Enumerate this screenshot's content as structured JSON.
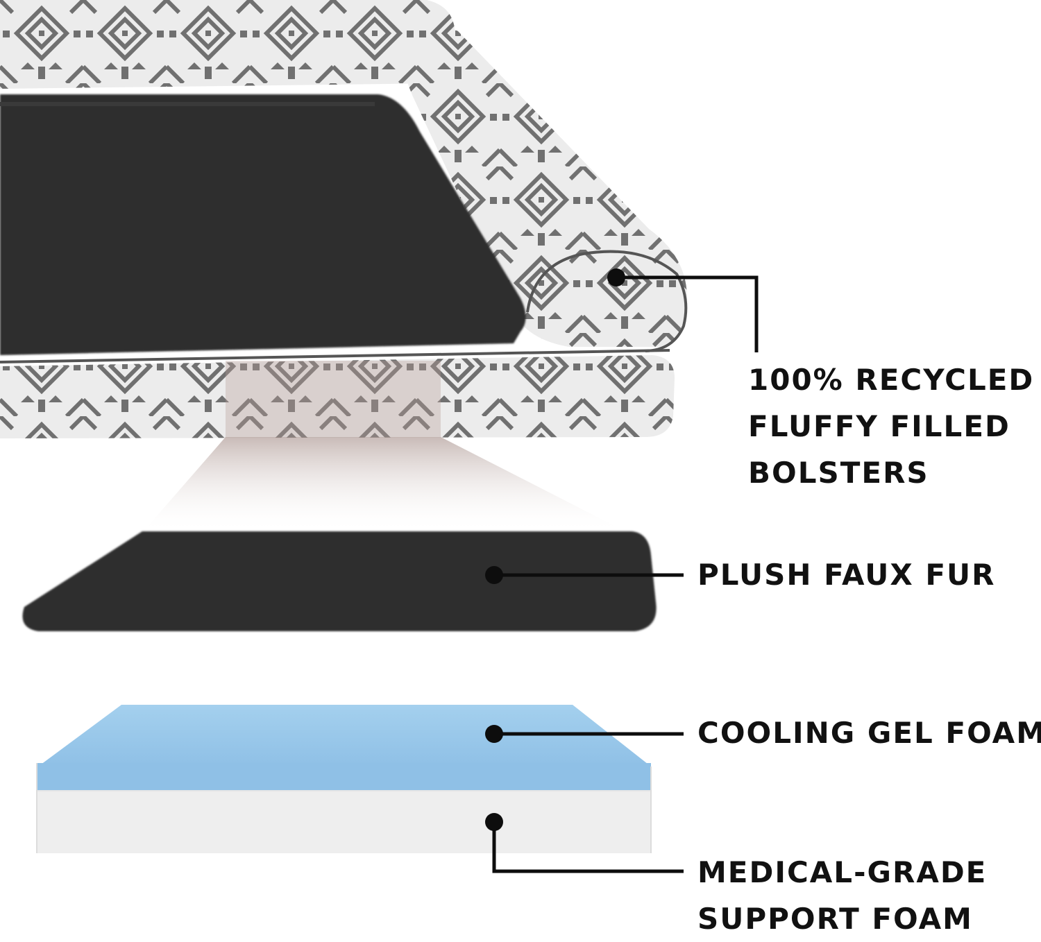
{
  "labels": {
    "bolsters": [
      "100% RECYCLED",
      "FLUFFY FILLED",
      "BOLSTERS"
    ],
    "faux_fur": [
      "PLUSH FAUX FUR"
    ],
    "gel_foam": [
      "COOLING GEL FOAM"
    ],
    "support_foam": [
      "MEDICAL-GRADE",
      "SUPPORT FOAM"
    ]
  },
  "colors": {
    "background": "#ffffff",
    "label_text": "#111111",
    "leader_line": "#0d0d0d",
    "fur": "#2e2e2e",
    "fabric": "#ececec",
    "fabric_pattern": "#707070",
    "gel_foam": "#9cc9ea",
    "support_foam": "#eeeeee"
  },
  "icons": [
    "aztec-fabric-pattern",
    "callout-dot"
  ]
}
